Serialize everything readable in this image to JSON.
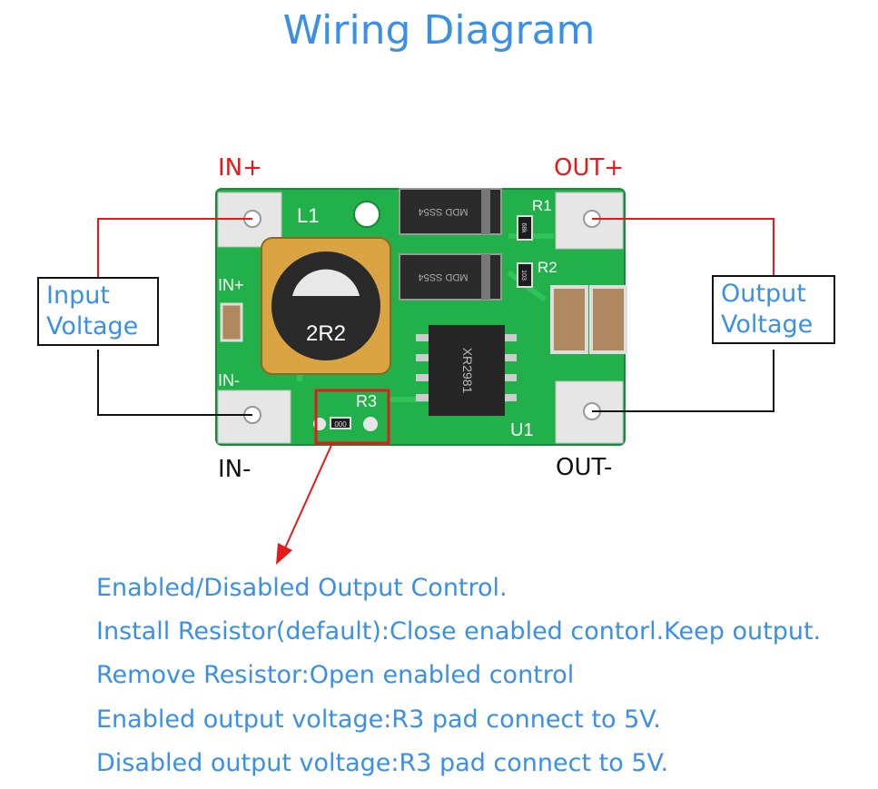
{
  "title": "Wiring Diagram",
  "terminals": {
    "in_plus": "IN+",
    "in_minus": "IN-",
    "out_plus": "OUT+",
    "out_minus": "OUT-"
  },
  "boxes": {
    "input_line1": "Input",
    "input_line2": "Voltage",
    "output_line1": "Output",
    "output_line2": "Voltage"
  },
  "board": {
    "l1": "L1",
    "inductor": "2R2",
    "pcb_in_plus": "IN+",
    "pcb_in_minus": "IN-",
    "r1": "R1",
    "r2": "R2",
    "r3": "R3",
    "u1": "U1",
    "diode1": "MDD SS54",
    "diode2": "MDD SS54",
    "ic": "XR2981",
    "r1_val": "68k",
    "r2_val": "103",
    "r3_val": "000"
  },
  "notes": [
    "Enabled/Disabled Output Control.",
    "Install Resistor(default):Close enabled contorl.Keep output.",
    "Remove Resistor:Open enabled control",
    "Enabled output voltage:R3 pad connect to 5V.",
    "Disabled output voltage:R3 pad connect to 5V."
  ],
  "colors": {
    "blue": "#3a8fe6",
    "red": "#e31a1a",
    "pcb": "#22b04a"
  }
}
